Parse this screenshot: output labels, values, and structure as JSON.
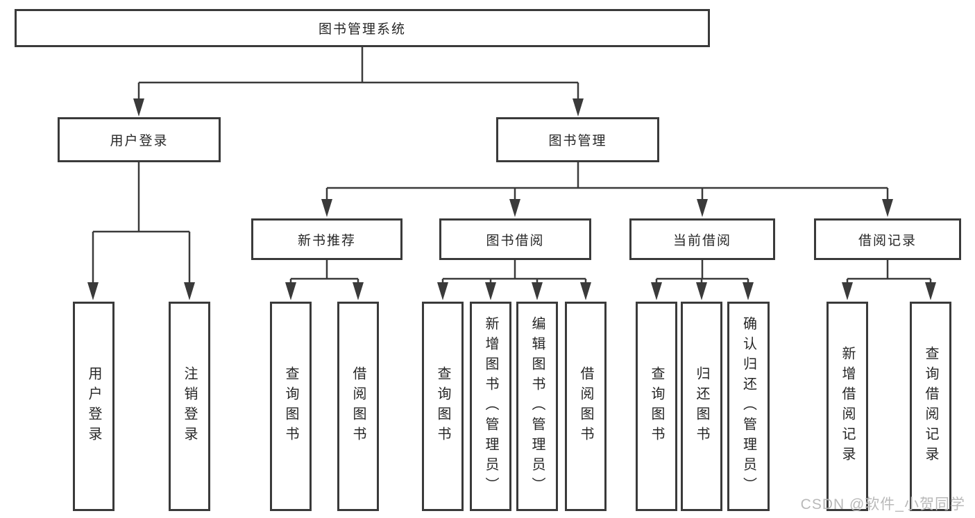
{
  "diagram_type": "hierarchy-tree",
  "watermark": "CSDN @软件_小贺同学",
  "colors": {
    "line": "#3a3a3a",
    "box_border": "#3a3a3a",
    "text": "#262626",
    "watermark": "#b9b9b9",
    "background": "#ffffff"
  },
  "tree": {
    "label": "图书管理系统",
    "children": [
      {
        "label": "用户登录",
        "children": [
          {
            "label": "用户登录"
          },
          {
            "label": "注销登录"
          }
        ]
      },
      {
        "label": "图书管理",
        "children": [
          {
            "label": "新书推荐",
            "children": [
              {
                "label": "查询图书"
              },
              {
                "label": "借阅图书"
              }
            ]
          },
          {
            "label": "图书借阅",
            "children": [
              {
                "label": "查询图书"
              },
              {
                "label": "新增图书（管理员）"
              },
              {
                "label": "编辑图书（管理员）"
              },
              {
                "label": "借阅图书"
              }
            ]
          },
          {
            "label": "当前借阅",
            "children": [
              {
                "label": "查询图书"
              },
              {
                "label": "归还图书"
              },
              {
                "label": "确认归还（管理员）"
              }
            ]
          },
          {
            "label": "借阅记录",
            "children": [
              {
                "label": "新增借阅记录"
              },
              {
                "label": "查询借阅记录"
              }
            ]
          }
        ]
      }
    ]
  }
}
